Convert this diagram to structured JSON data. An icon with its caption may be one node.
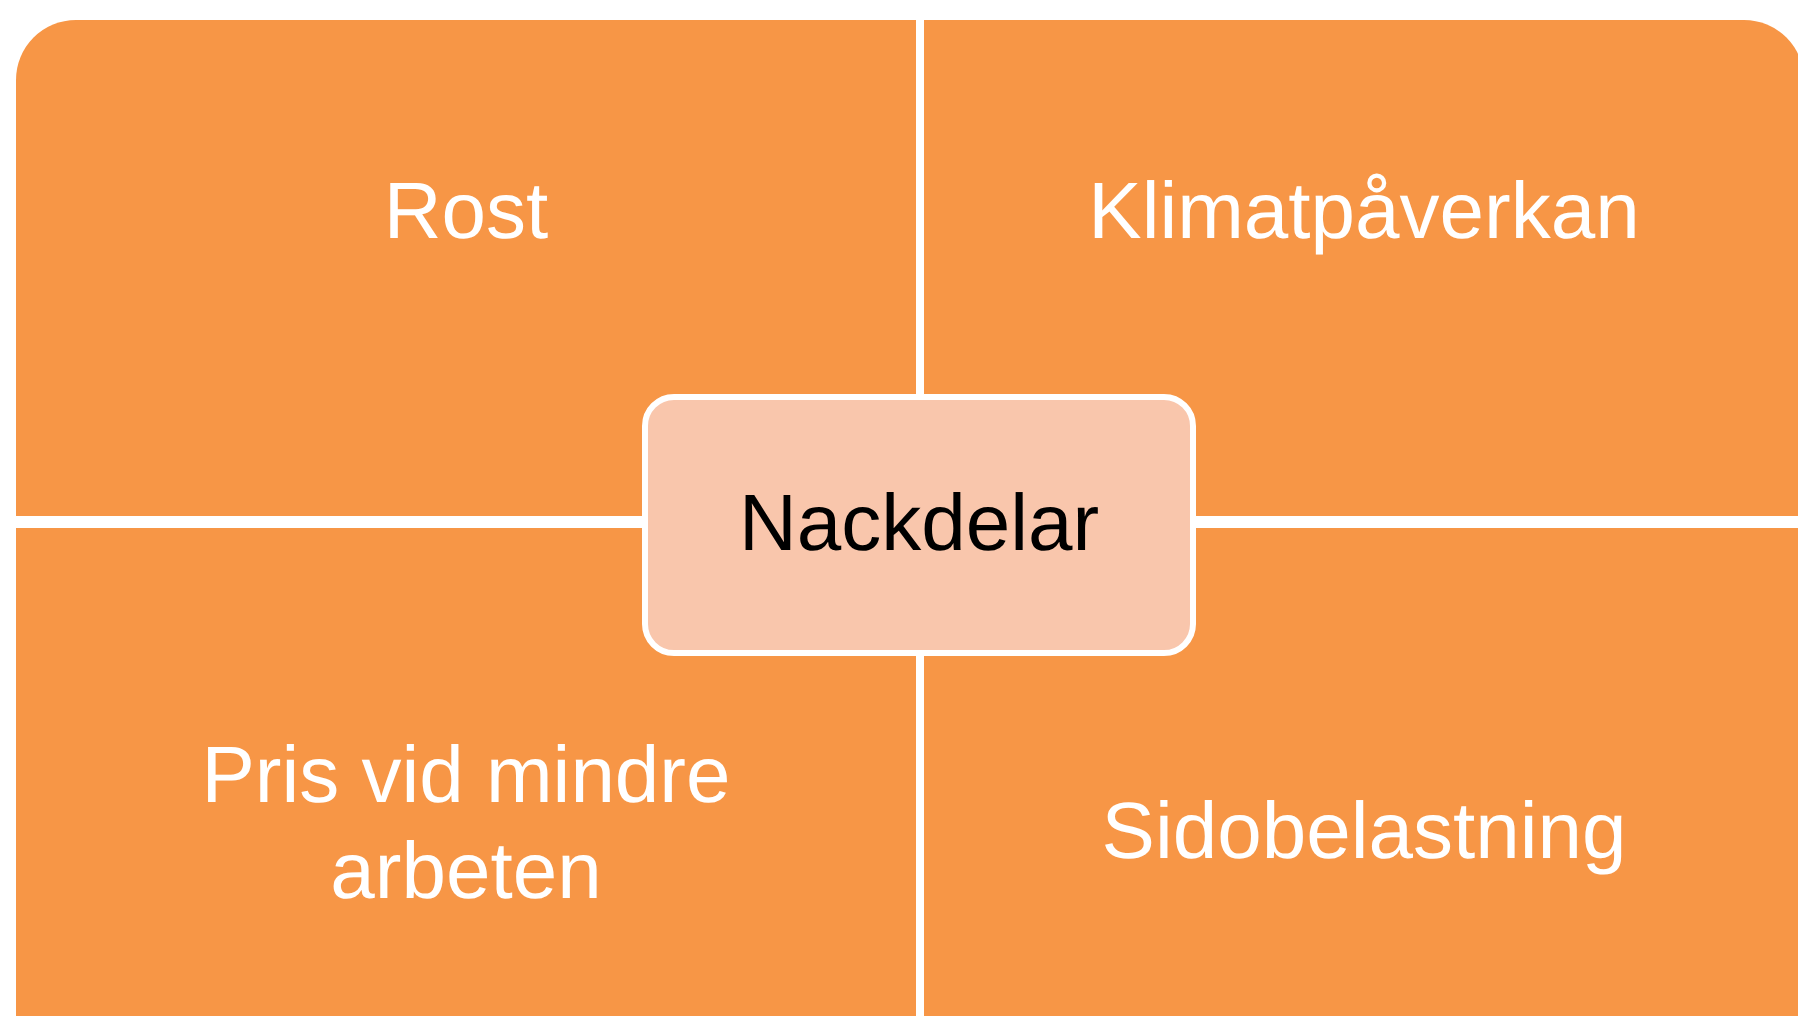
{
  "diagram": {
    "nodes": [
      {
        "text": [
          "Rost"
        ]
      },
      {
        "text": [
          "Klimatpåverkan"
        ]
      },
      {
        "text": [
          "Nackdelar"
        ]
      },
      {
        "text": [
          "Pris vid mindre arbeten"
        ]
      },
      {
        "text": [
          "Sidobelastning"
        ]
      }
    ]
  }
}
